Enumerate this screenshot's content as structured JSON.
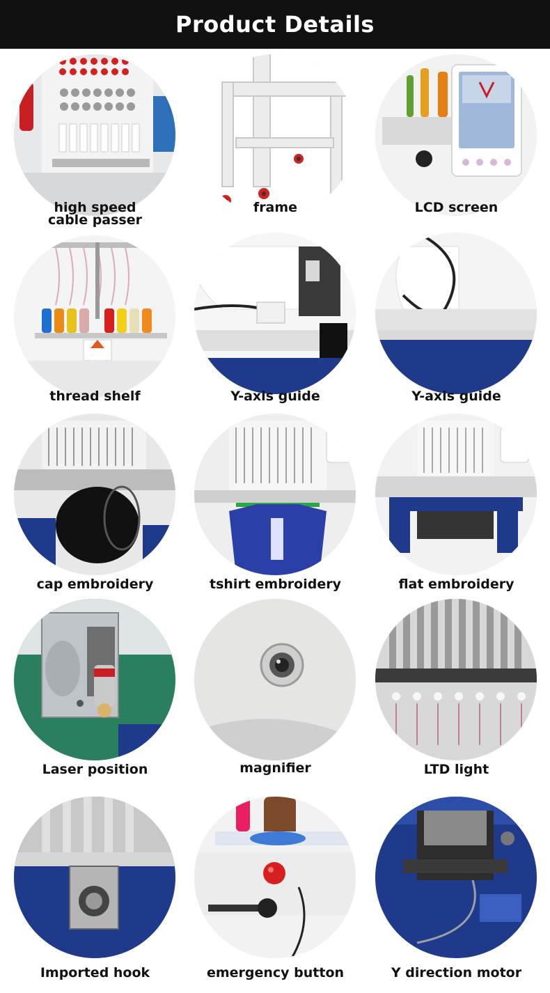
{
  "header": {
    "title": "Product Details"
  },
  "colors": {
    "header_bg": "#111111",
    "machine_blue": "#1f3a8a",
    "accent_red": "#d61f1f"
  },
  "items": [
    {
      "id": "high-speed-cable-passer",
      "label_line1": "high speed",
      "label_line2": "cable passer"
    },
    {
      "id": "frame",
      "label_line1": "frame",
      "label_line2": ""
    },
    {
      "id": "lcd-screen",
      "label_line1": "LCD screen",
      "label_line2": ""
    },
    {
      "id": "thread-shelf",
      "label_line1": "thread shelf",
      "label_line2": ""
    },
    {
      "id": "y-axis-guide-1",
      "label_line1": "Y-axis guide",
      "label_line2": ""
    },
    {
      "id": "y-axis-guide-2",
      "label_line1": "Y-axis guide",
      "label_line2": ""
    },
    {
      "id": "cap-embroidery",
      "label_line1": "cap embroidery",
      "label_line2": ""
    },
    {
      "id": "tshirt-embroidery",
      "label_line1": "tshirt embroidery",
      "label_line2": ""
    },
    {
      "id": "flat-embroidery",
      "label_line1": "flat embroidery",
      "label_line2": ""
    },
    {
      "id": "laser-position",
      "label_line1": "Laser position",
      "label_line2": ""
    },
    {
      "id": "magnifier",
      "label_line1": "magnifier",
      "label_line2": ""
    },
    {
      "id": "ltd-light",
      "label_line1": "LTD light",
      "label_line2": ""
    },
    {
      "id": "imported-hook",
      "label_line1": "Imported hook",
      "label_line2": ""
    },
    {
      "id": "emergency-button",
      "label_line1": "emergency button",
      "label_line2": ""
    },
    {
      "id": "y-direction-motor",
      "label_line1": "Y direction motor",
      "label_line2": ""
    }
  ]
}
